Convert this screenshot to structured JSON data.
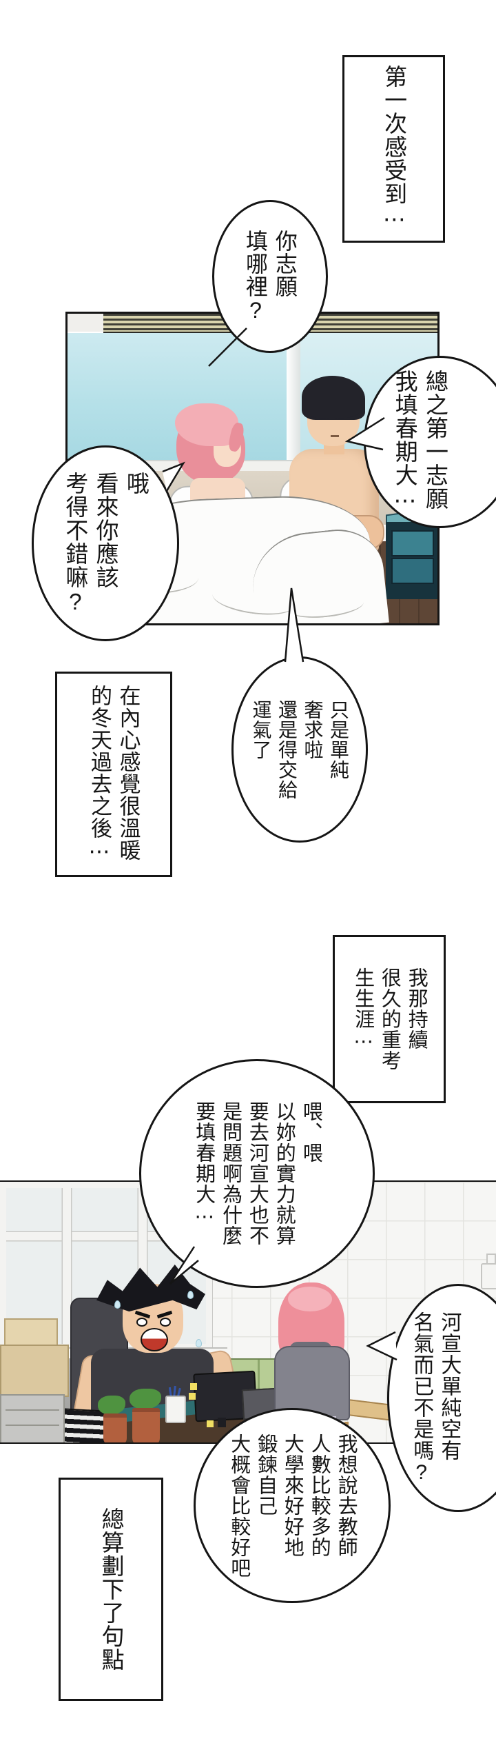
{
  "page_type": "vertical-comic-page",
  "boxes": [
    {
      "lines": [
        "第一次感受到⋯"
      ]
    },
    {
      "lines": [
        "在內心感覺很溫暖",
        "的冬天過去之後⋯"
      ]
    },
    {
      "lines": [
        "我那持續",
        "很久的重考",
        "生生涯⋯"
      ]
    },
    {
      "lines": [
        "總算劃下了句點"
      ]
    }
  ],
  "bubbles": [
    {
      "lines": [
        "你志願",
        "填哪裡?"
      ]
    },
    {
      "lines": [
        "總之第一志願",
        "我填春期大⋯"
      ]
    },
    {
      "lines": [
        "哦",
        "看來你應該",
        "考得不錯嘛?"
      ]
    },
    {
      "lines": [
        "只是單純",
        "奢求啦",
        "還是得交給",
        "運氣了"
      ]
    },
    {
      "lines": [
        "喂、喂",
        "以妳的實力就算",
        "要去河宣大也不",
        "是問題啊為什麼",
        "要填春期大⋯"
      ]
    },
    {
      "lines": [
        "河宣大單純空有",
        "名氣而已不是嗎?"
      ]
    },
    {
      "lines": [
        "我想說去教師",
        "人數比較多的",
        "大學來好好地",
        "鍛鍊自己",
        "大概會比較好吧"
      ]
    }
  ],
  "colors": {
    "ink": "#151515",
    "paper": "#ffffff",
    "window_blue": "#b5e0e8",
    "blind_dark": "#3f3f37",
    "wall_beige": "#d3cabc",
    "hair_pink": "#ee8f9a",
    "hair_black": "#17171c",
    "skin": "#f2cfae",
    "nightstand_teal": "#3c8290",
    "floor_brown": "#5e4636",
    "tile_white": "#f6f6f4",
    "sofa_green": "#b7cd95",
    "desk_brown": "#4d3a2b",
    "tank_top_grey": "#3b3b41",
    "hoodie_grey": "#83838d",
    "pot_terracotta": "#b2603e",
    "shelf_wood": "#a9834f"
  }
}
